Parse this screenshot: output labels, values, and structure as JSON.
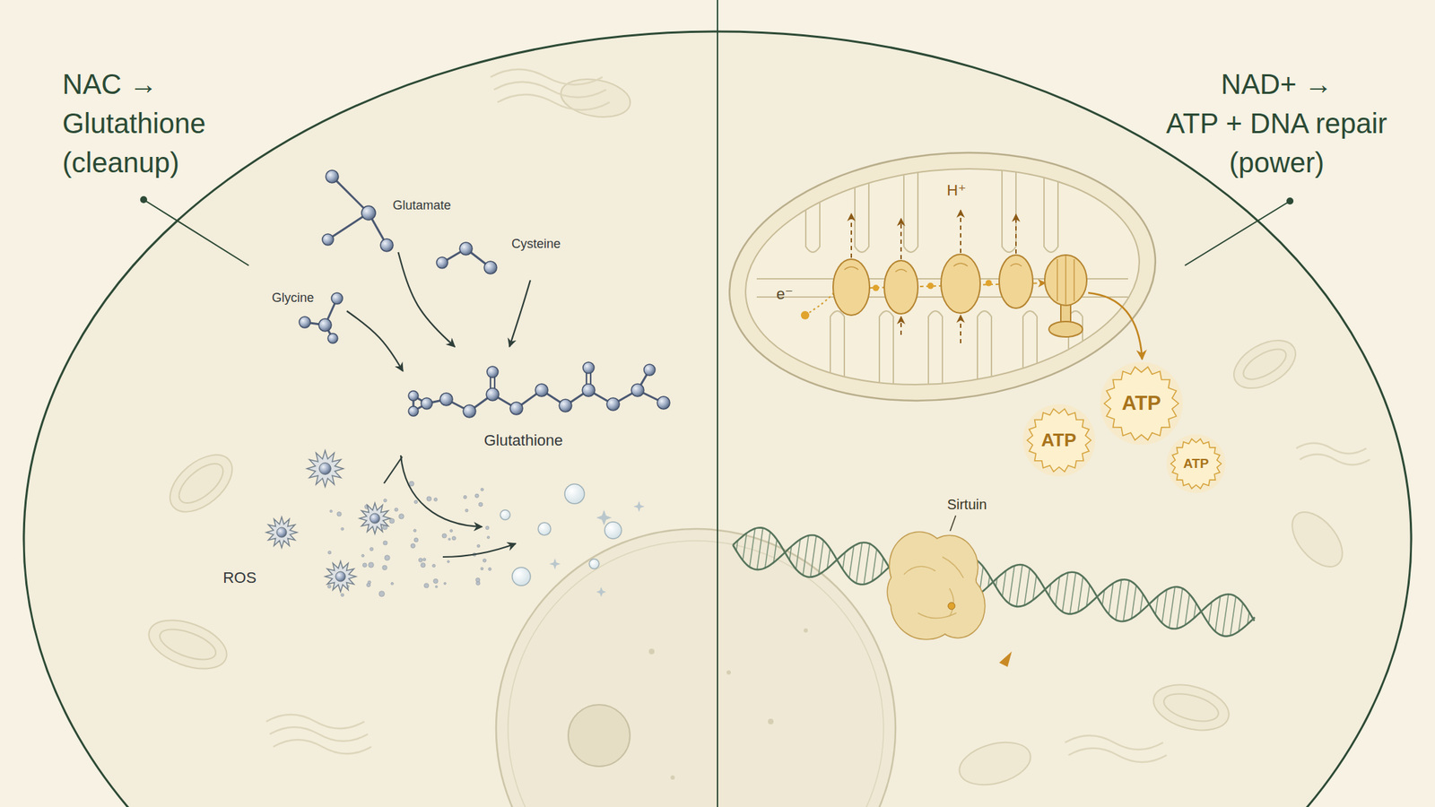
{
  "diagram": {
    "nodes": [
      {
        "text": [
          "Glutamate"
        ]
      },
      {
        "text": [
          "Cysteine"
        ]
      },
      {
        "text": [
          "Glycine"
        ]
      },
      {
        "text": [
          "Glutathione"
        ]
      },
      {
        "text": [
          "ROS"
        ]
      },
      {
        "text": [
          "ATP"
        ]
      },
      {
        "text": [
          "ATP"
        ]
      },
      {
        "text": [
          "ATP"
        ]
      },
      {
        "text": [
          "Sirtuin"
        ]
      }
    ],
    "edges": [
      {
        "from": 0,
        "to": 3,
        "arrow": "to"
      },
      {
        "from": 1,
        "to": 3,
        "arrow": "to"
      },
      {
        "from": 2,
        "to": 3,
        "arrow": "to"
      }
    ],
    "labels": [
      "NAC → Glutathione (cleanup)",
      "NAD+ → ATP + DNA repair (power)",
      "H⁺",
      "e⁻"
    ]
  }
}
